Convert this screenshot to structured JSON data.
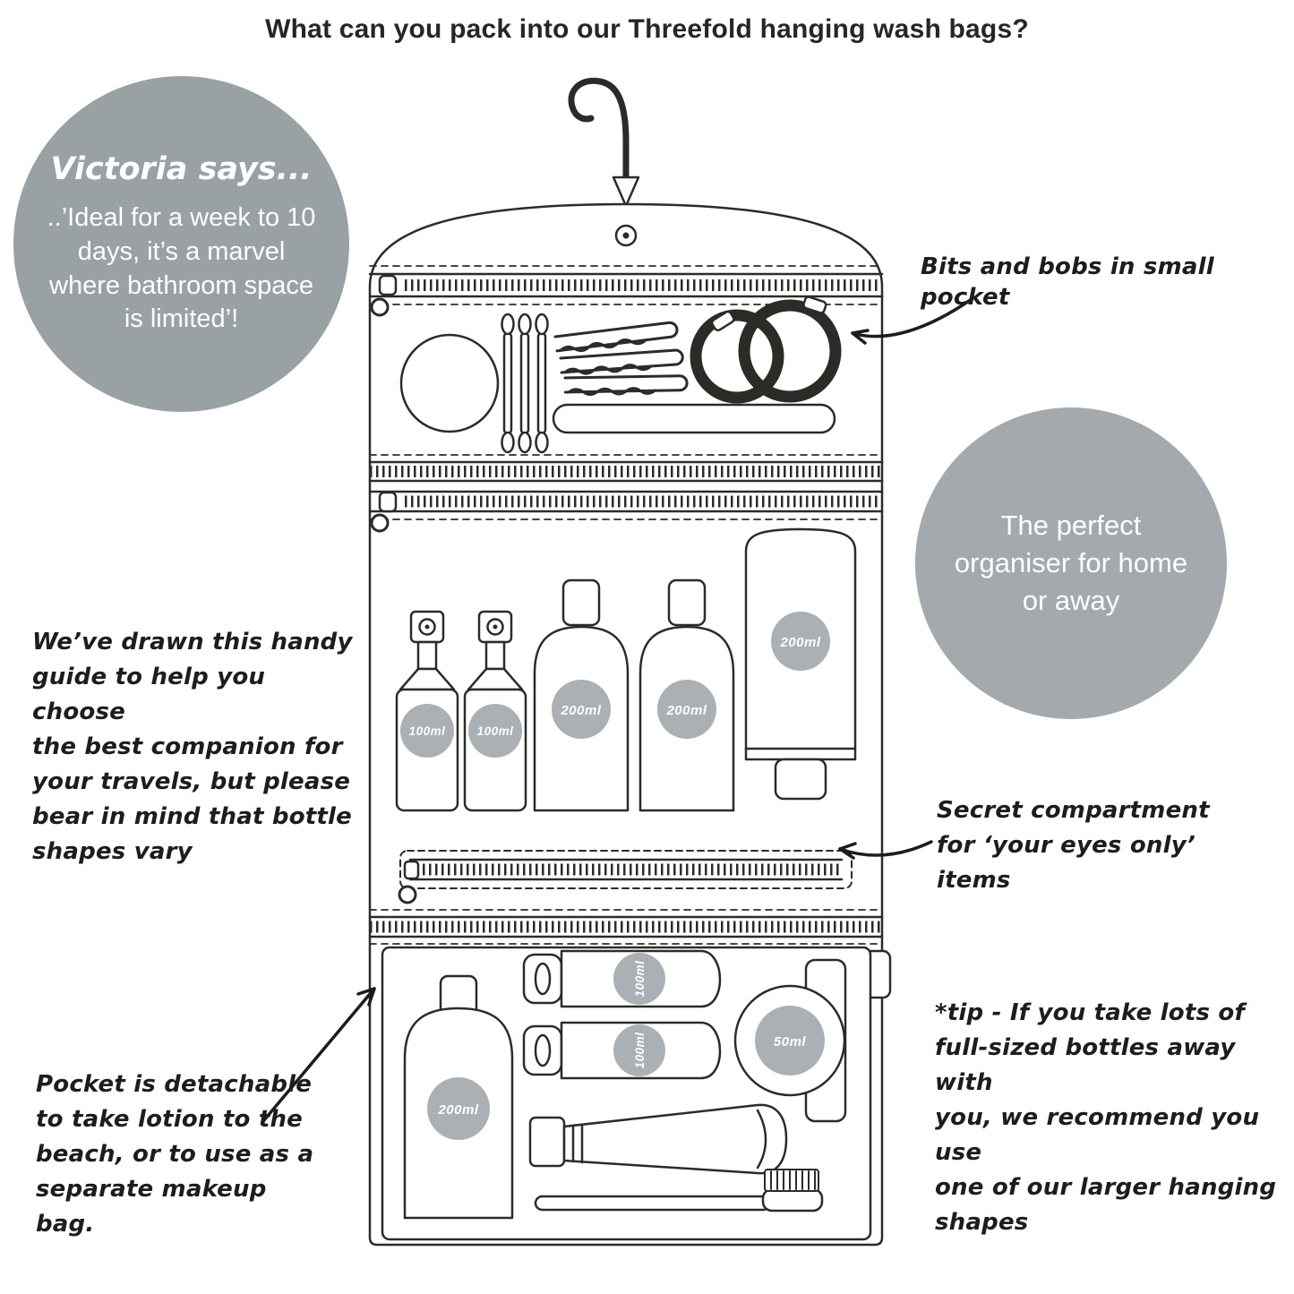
{
  "page": {
    "title": "What can you pack into our Threefold hanging wash bags?"
  },
  "victoria_bubble": {
    "heading": "Victoria says...",
    "body": "..’Ideal for a week to 10 days, it’s a marvel where bathroom space is limited’!"
  },
  "organiser_bubble": {
    "text": "The perfect organiser for home or away"
  },
  "annotations": {
    "bits_and_bobs": "Bits and bobs in small pocket",
    "handy_guide": "We’ve drawn this handy\nguide to help you choose\nthe best companion for\nyour travels, but please\nbear in mind that bottle\nshapes vary",
    "secret_compartment": "Secret compartment\nfor ‘your eyes only’ items",
    "detachable_pocket": "Pocket is detachable\nto take lotion to the\nbeach, or to use as a\nseparate makeup bag.",
    "tip": "*tip - If you take lots of\nfull-sized bottles away with\nyou, we recommend you use\none of our larger hanging\nshapes"
  },
  "bottle_labels": {
    "spray_left": "100ml",
    "spray_right": "100ml",
    "bottle_left": "200ml",
    "bottle_right": "200ml",
    "tube": "200ml",
    "pocket_bottle": "200ml",
    "mini_tube_top": "100ml",
    "mini_tube_bottom": "100ml",
    "pot": "50ml"
  },
  "colors": {
    "bubble_gray_left": "#99a1a4",
    "bubble_gray_right": "#a3a9ac",
    "label_circle_gray": "#aab0b3",
    "ink": "#2b2b28",
    "background": "#ffffff"
  }
}
